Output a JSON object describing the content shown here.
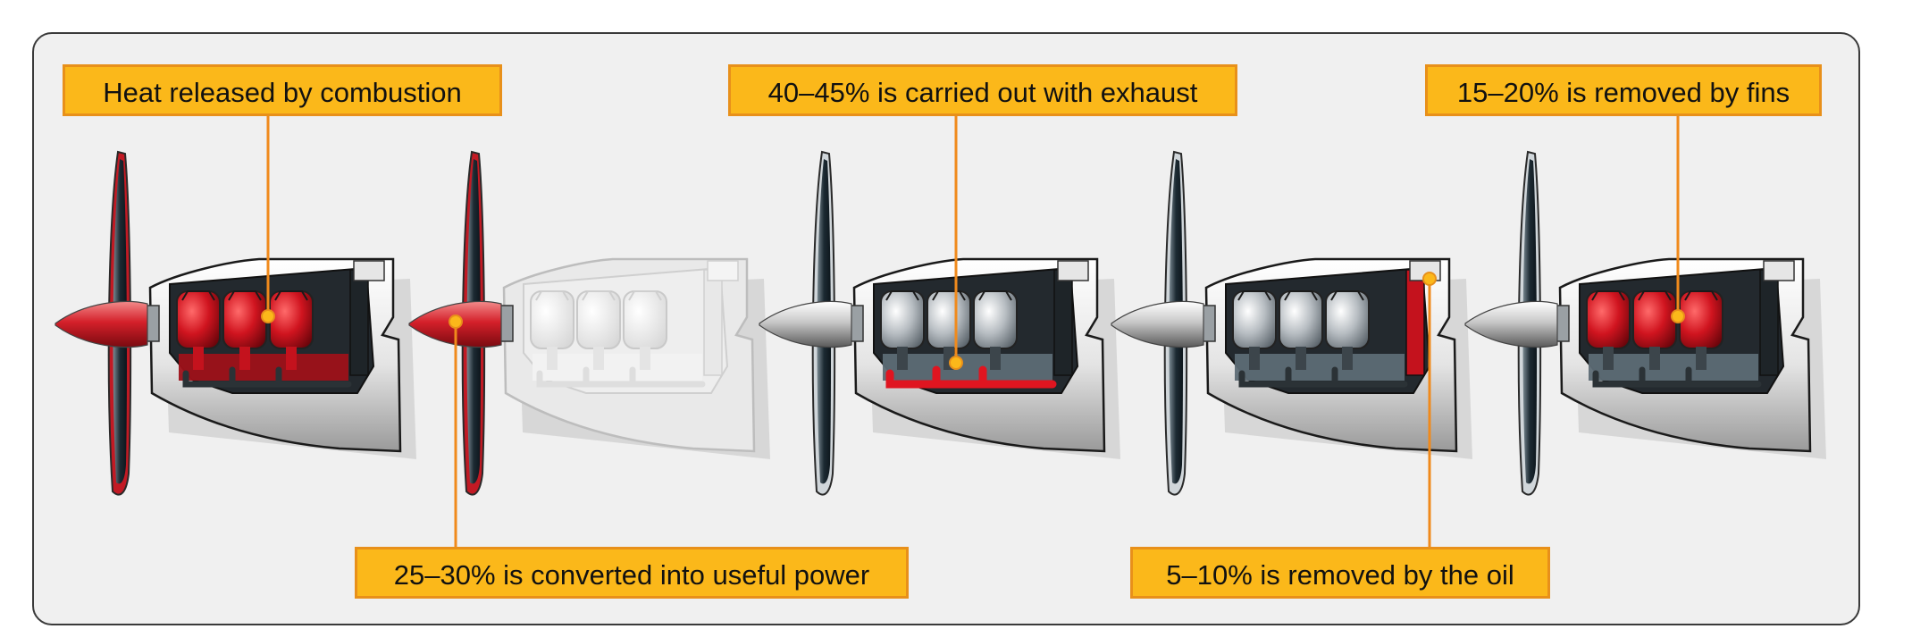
{
  "labels": {
    "heat_released": "Heat released by combustion",
    "exhaust": "40–45% is carried out with exhaust",
    "fins": "15–20% is removed by fins",
    "useful_power": "25–30% is converted into useful power",
    "oil": "5–10% is removed by the oil"
  },
  "colors": {
    "callout_fill": "#fbb81a",
    "callout_border": "#e8901a",
    "leader_line": "#f08a1c",
    "heat_red": "#c4121d",
    "frame_bg": "#f0f0f0",
    "engine_grey": "#5d6b75"
  },
  "stages": [
    {
      "name": "heat-released",
      "spinner": "red",
      "heat": "cylinders-and-pipes"
    },
    {
      "name": "useful-power",
      "spinner": "red",
      "heat": "faded-engine"
    },
    {
      "name": "exhaust",
      "spinner": "chrome",
      "heat": "exhaust-pipes"
    },
    {
      "name": "oil",
      "spinner": "chrome",
      "heat": "oil-sump"
    },
    {
      "name": "fins",
      "spinner": "chrome",
      "heat": "cylinders"
    }
  ]
}
